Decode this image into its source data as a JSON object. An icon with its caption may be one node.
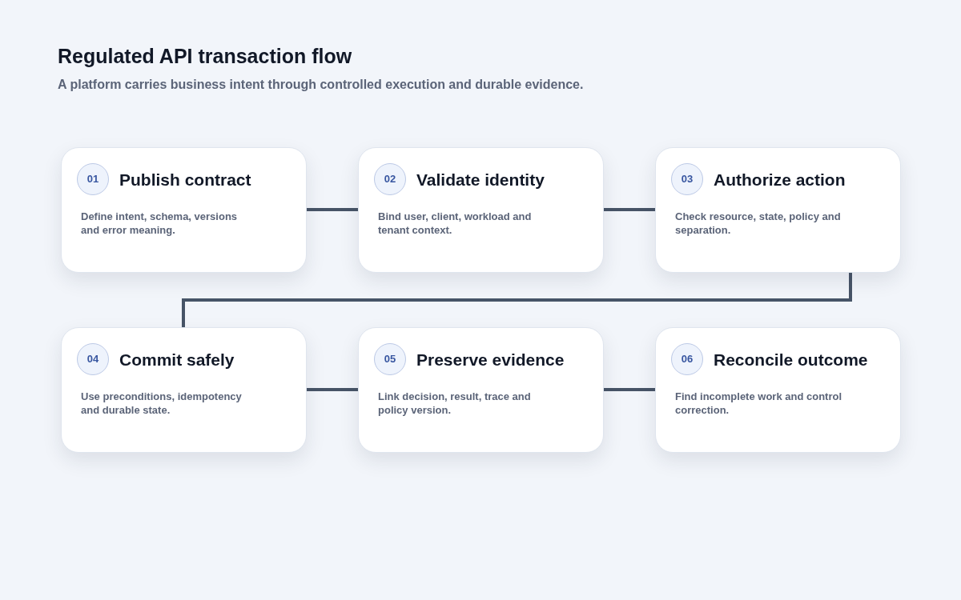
{
  "diagram": {
    "title": "Regulated API transaction flow",
    "caption": "A platform carries business intent through controlled execution and durable evidence.",
    "nodes": [
      {
        "text": [
          "01",
          "Publish contract",
          "Define intent, schema, versions and error meaning."
        ]
      },
      {
        "text": [
          "02",
          "Validate identity",
          "Bind user, client, workload and tenant context."
        ]
      },
      {
        "text": [
          "03",
          "Authorize action",
          "Check resource, state, policy and separation."
        ]
      },
      {
        "text": [
          "04",
          "Commit safely",
          "Use preconditions, idempotency and durable state."
        ]
      },
      {
        "text": [
          "05",
          "Preserve evidence",
          "Link decision, result, trace and policy version."
        ]
      },
      {
        "text": [
          "06",
          "Reconcile outcome",
          "Find incomplete work and control correction."
        ]
      }
    ],
    "edges": [
      {
        "from": 0,
        "to": 1,
        "arrow": "none"
      },
      {
        "from": 1,
        "to": 2,
        "arrow": "none"
      },
      {
        "from": 2,
        "to": 3,
        "arrow": "none"
      },
      {
        "from": 3,
        "to": 4,
        "arrow": "none"
      },
      {
        "from": 4,
        "to": 5,
        "arrow": "none"
      }
    ]
  }
}
